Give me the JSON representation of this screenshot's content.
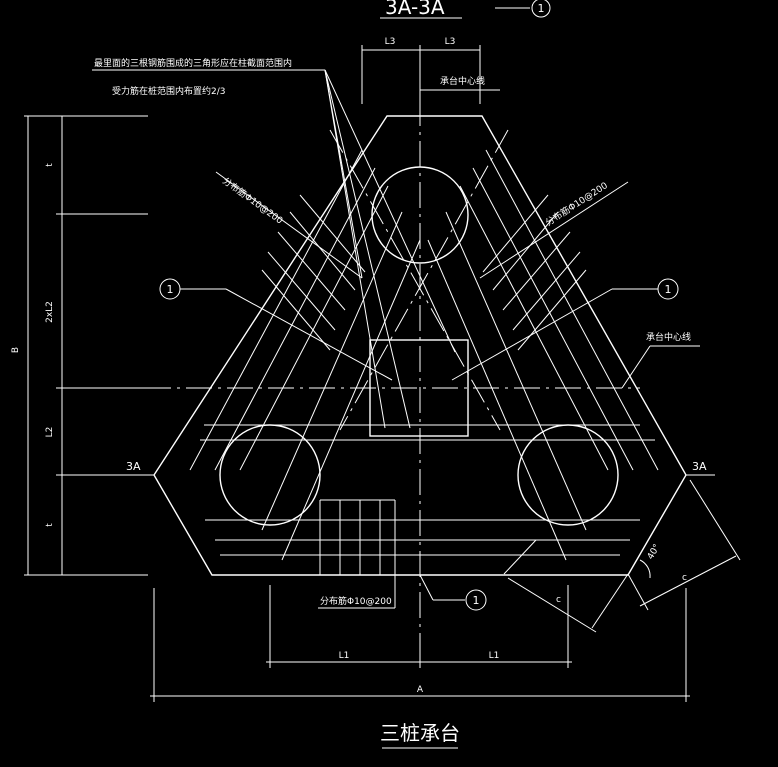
{
  "drawing": {
    "title": "三桩承台",
    "section_title": "3A-3A",
    "colors": {
      "background": "#000000",
      "line": "#ffffff"
    },
    "notes": {
      "line1": "最里面的三根钢筋围成的三角形应在柱截面范围内",
      "line2": "受力筋在桩范围内布置约2/3"
    },
    "labels": {
      "center_line_top": "承台中心线",
      "center_line_right": "承台中心线",
      "dist_bar_left": "分布筋Φ10@200",
      "dist_bar_right": "分布筋Φ10@200",
      "dist_bar_bottom": "分布筋Φ10@200",
      "section_left": "3A",
      "section_right": "3A",
      "angle": "40°"
    },
    "callouts": {
      "top": "1",
      "left": "1",
      "right": "1",
      "bottom": "1"
    },
    "dimensions": {
      "top_left": "L3",
      "top_right": "L3",
      "left_overall": "B",
      "left_seg1": "t",
      "left_seg2": "2xL2",
      "left_seg3": "L2",
      "left_seg4": "t",
      "bottom_left": "L1",
      "bottom_right": "L1",
      "bottom_overall": "A",
      "corner_c1": "c",
      "corner_c2": "c"
    }
  }
}
